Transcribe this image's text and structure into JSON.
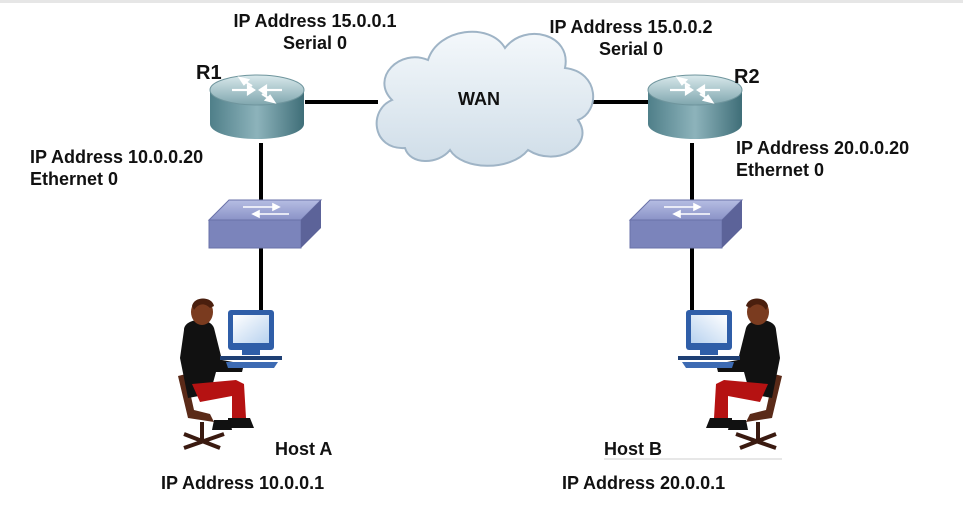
{
  "wan": {
    "label": "WAN"
  },
  "r1": {
    "name": "R1",
    "serial": {
      "ip": "IP Address 15.0.0.1",
      "iface": "Serial 0"
    },
    "ethernet": {
      "ip": "IP Address 10.0.0.20",
      "iface": "Ethernet 0"
    }
  },
  "r2": {
    "name": "R2",
    "serial": {
      "ip": "IP Address 15.0.0.2",
      "iface": "Serial 0"
    },
    "ethernet": {
      "ip": "IP Address 20.0.0.20",
      "iface": "Ethernet 0"
    }
  },
  "host_a": {
    "name": "Host A",
    "ip": "IP Address 10.0.0.1"
  },
  "host_b": {
    "name": "Host B",
    "ip": "IP Address 20.0.0.1"
  },
  "colors": {
    "link": "#000000",
    "router": "#5f8c96",
    "switch": "#7d86b8",
    "cloud": "#e3ecf3",
    "monitor": "#3c6fb5",
    "shirt": "#111111",
    "pants": "#b51212",
    "skin": "#7a3b1f",
    "chair": "#5a2a18"
  },
  "icons": [
    "router-icon",
    "switch-icon",
    "cloud-icon",
    "workstation-icon"
  ]
}
